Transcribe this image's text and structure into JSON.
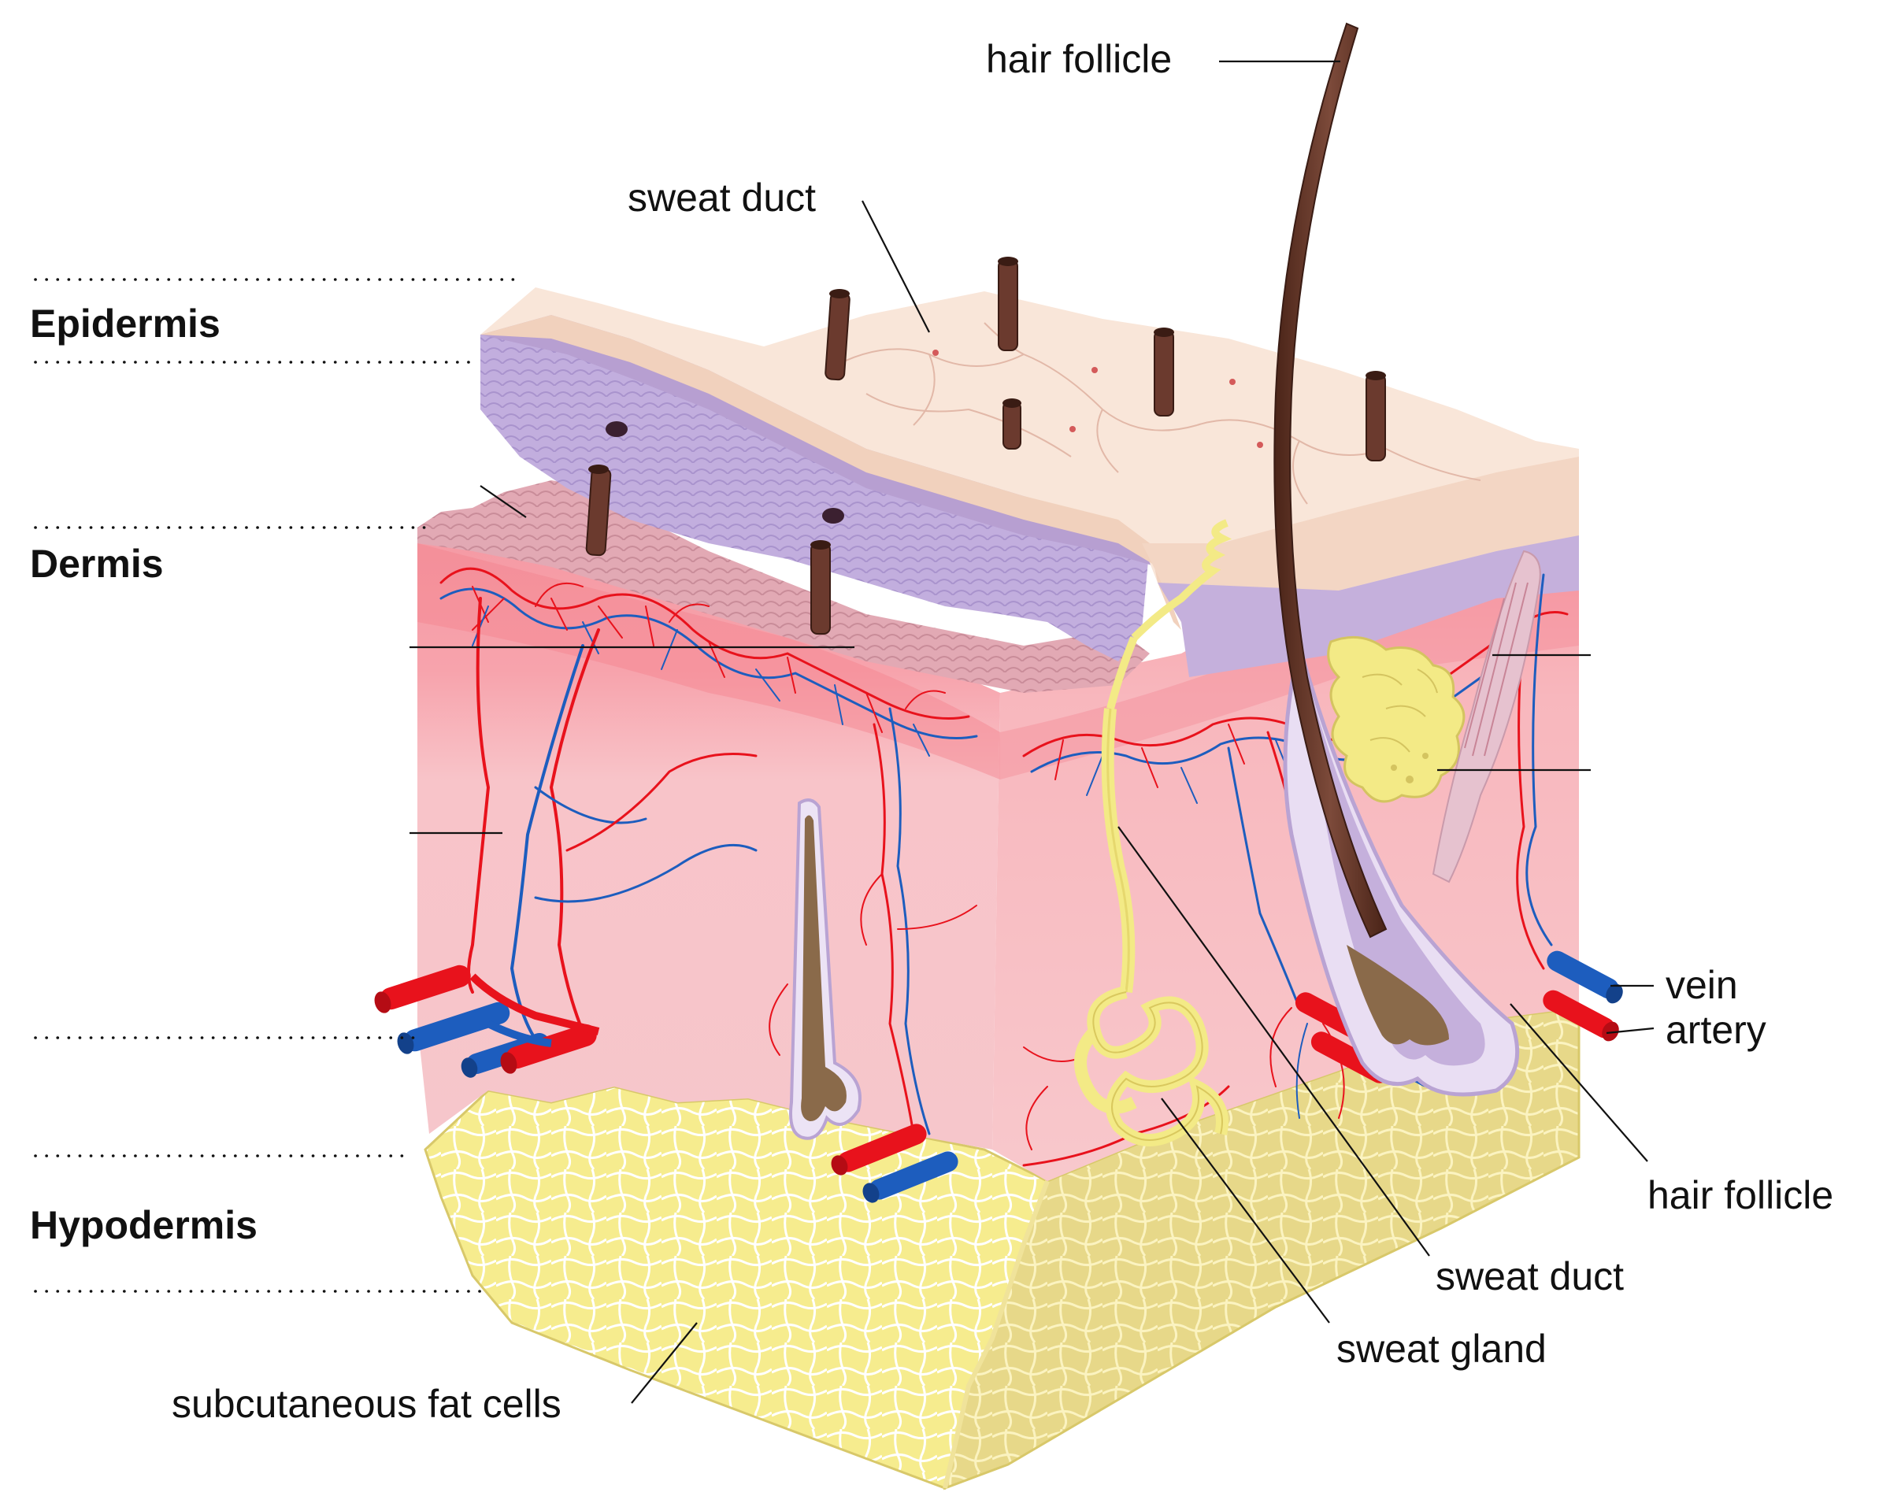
{
  "labels": {
    "hair_follicle_top": "hair follicle",
    "sweat_duct_top": "sweat duct",
    "epidermis": "Epidermis",
    "dermis": "Dermis",
    "hypodermis": "Hypodermis",
    "vein": "vein",
    "artery": "artery",
    "hair_follicle_right": "hair follicle",
    "sweat_duct_bottom": "sweat duct",
    "sweat_gland": "sweat gland",
    "subcutaneous_fat_cells": "subcutaneous fat cells"
  },
  "colors": {
    "surface": "#f4d9c6",
    "surface_top": "#f9e8dc",
    "epidermis_purple": "#b9a3d3",
    "epidermis_texture": "#c9b5de",
    "dermis_top": "#f58f9a",
    "dermis": "#f7c3c8",
    "fat": "#f6ec8e",
    "fat_shade": "#e3d17a",
    "artery": "#e8121c",
    "vein": "#1d5dbe",
    "hair": "#6b3a2e",
    "gland": "#f3ea86"
  }
}
